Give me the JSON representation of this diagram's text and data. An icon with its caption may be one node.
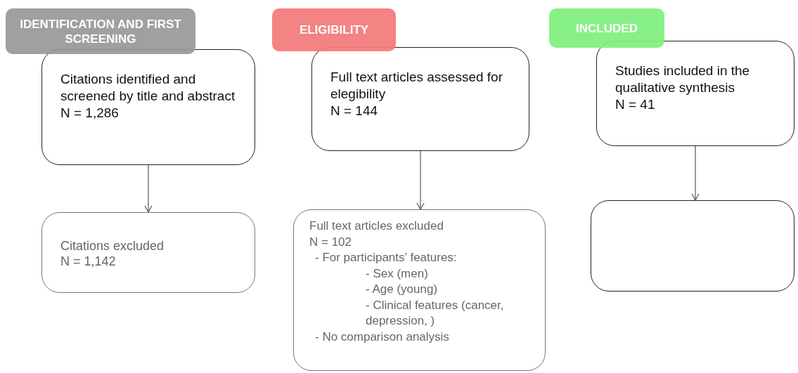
{
  "diagram": {
    "nodes": [
      {
        "text": [
          "IDENTIFICATION AND FIRST SCREENING"
        ]
      },
      {
        "text": [
          "Citations identified and screened by title and abstract",
          "N = 1,286"
        ]
      },
      {
        "text": [
          "Citations excluded",
          "N = 1,142"
        ]
      },
      {
        "text": [
          "ELIGIBILITY"
        ]
      },
      {
        "text": [
          "Full text articles assessed for elegibility",
          "N = 144"
        ]
      },
      {
        "text": [
          "Full text articles excluded",
          "N = 102",
          "- For participants’ features:",
          "- Sex (men)",
          "- Age (young)",
          "- Clinical features (cancer, depression, )",
          "- No comparison analysis"
        ]
      },
      {
        "text": [
          "INCLUDED"
        ]
      },
      {
        "text": [
          "Studies included in the qualitative synthesis",
          "N = 41"
        ]
      },
      {
        "text": [],
        "shape": "box"
      }
    ],
    "edges": [
      {
        "from": 1,
        "to": 2,
        "arrow": "to"
      },
      {
        "from": 4,
        "to": 5,
        "arrow": "to"
      },
      {
        "from": 7,
        "to": 8,
        "arrow": "to"
      }
    ]
  }
}
